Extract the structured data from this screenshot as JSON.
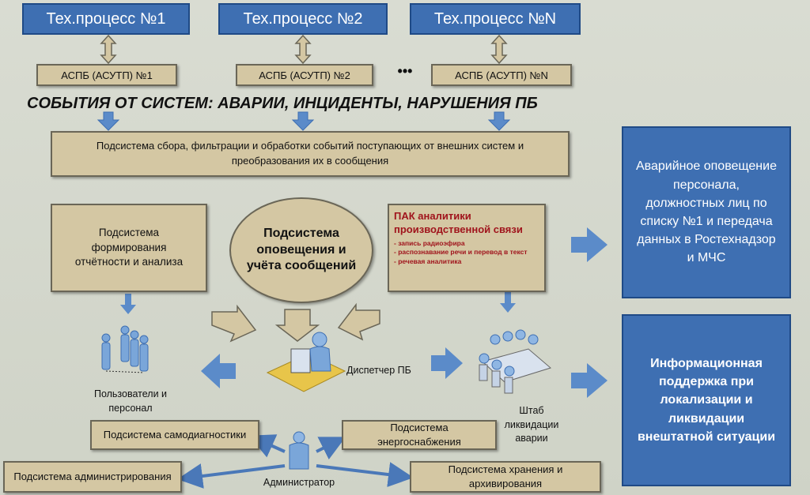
{
  "processes": [
    "Тех.процесс №1",
    "Тех.процесс №2",
    "Тех.процесс №N"
  ],
  "aspb": [
    "АСПБ (АСУТП) №1",
    "АСПБ (АСУТП) №2",
    "АСПБ (АСУТП) №N"
  ],
  "ellipsis": "•••",
  "events_title": "СОБЫТИЯ ОТ СИСТЕМ: АВАРИИ, ИНЦИДЕНТЫ, НАРУШЕНИЯ ПБ",
  "collection_subsystem": "Подсистема сбора, фильтрации и обработки событий поступающих от внешних систем и преобразования их в сообщения",
  "reporting_subsystem": "Подсистема формирования отчётности и анализа",
  "notification_subsystem": "Подсистема оповещения и учёта сообщений",
  "pak": {
    "title": "ПАК аналитики производственной связи",
    "items": [
      "- запись радиоэфира",
      "- распознавание речи и перевод в текст",
      "- речевая аналитика"
    ]
  },
  "emergency_notice": "Аварийное оповещение персонала, должностных лиц по списку №1 и передача данных в Ростехнадзор и МЧС",
  "info_support": "Информационная поддержка при локализации и ликвидации внештатной ситуации",
  "users_label": "Пользователи и персонал",
  "dispatcher_label": "Диспетчер ПБ",
  "hq_label": "Штаб ликвидации аварии",
  "self_diag": "Подсистема самодиагностики",
  "power": "Подсистема энергоснабжения",
  "admin_sub": "Подсистема администрирования",
  "storage": "Подсистема хранения и архивирования",
  "admin_label": "Администратор"
}
